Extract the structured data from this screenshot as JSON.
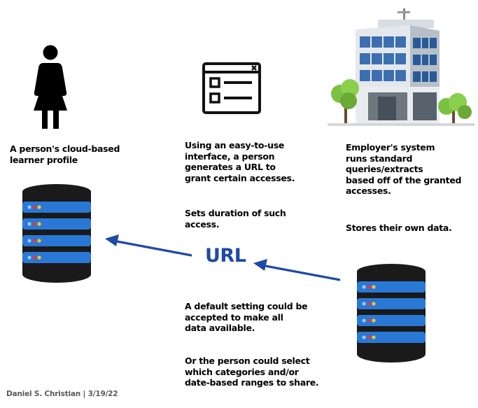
{
  "colors": {
    "accent_blue": "#1f4aa6",
    "db_body": "#1a1a1a",
    "db_panel": "#2a78d6",
    "led_red": "#e53935",
    "led_yellow": "#fbc02d",
    "led_blue": "#90caf9"
  },
  "icons": {
    "person": "woman-silhouette-icon",
    "interface": "browser-window-icon",
    "employer": "office-building-icon",
    "database": "database-icon",
    "arrow": "arrow-left-icon"
  },
  "person": {
    "label": "A person's cloud-based\nlearner profile"
  },
  "interface": {
    "description": "Using an easy-to-use\ninterface, a person\ngenerates a URL to\ngrant certain accesses.",
    "duration": "Sets duration of such\naccess."
  },
  "employer": {
    "description": "Employer's system\nruns standard\nqueries/extracts\nbased off of the granted\naccesses.",
    "storage": "Stores their own data."
  },
  "url_label": "URL",
  "defaults": {
    "setting": "A default setting could be\naccepted to make all\ndata available.",
    "select": "Or the person could select\nwhich categories and/or\ndate-based ranges to share."
  },
  "credit": "Daniel S. Christian | 3/19/22"
}
